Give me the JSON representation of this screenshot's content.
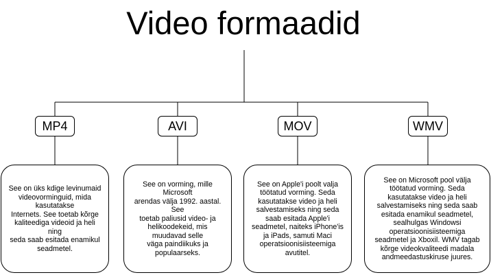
{
  "title": "Video formaadid",
  "formats": [
    {
      "name": "MP4",
      "description": "See on üks kdige levinumaid\nvideovorminguid, mida\nkasutatakse\nInternets. See toetab kõrge\nkaliteediga videoid ja heli\nning\nseda saab esitada enamikul\nseadmetel."
    },
    {
      "name": "AVI",
      "description": "See on vorming, mille\nMicrosoft\narendas välja 1992. aastal.\nSee\ntoetab paliusid video- ja\nhelikoodekeid, mis\nmuudavad selle\nväga paindiikuks ja\npopulaarseks."
    },
    {
      "name": "MOV",
      "description": "See on Apple'i poolt valja\ntöötatud vorming. Seda\nkasutatakse video ja heli\nsalvestamiseks ning seda\nsaab esitada Apple'i\nseadmetel, naiteks iPhone'is\nja iPads, samuti Maci\noperatsioonisiisteemiga\navutitel."
    },
    {
      "name": "WMV",
      "description": "See on Microsoft pool välja\ntöötatud vorming. Seda\nkasutatakse video ja heli\nsalvestamiseks ning seda saab\nesitada enamikul seadmetel,\nsealhulgas Windowsi\noperatsioonisiisteemiga\nseadmetel ja Xboxil. WMV tagab\nkõrge videokvaliteedi madala\nandmeedastuskiruse juures."
    }
  ]
}
